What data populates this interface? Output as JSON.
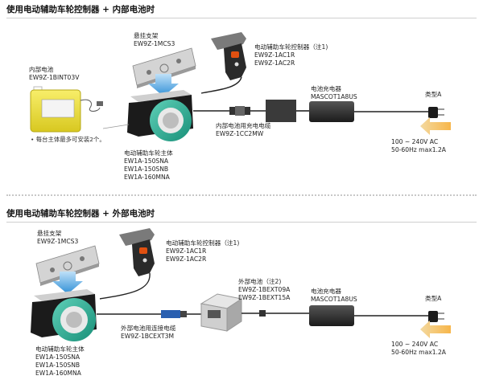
{
  "section1": {
    "title": "使用电动辅助车轮控制器 + 内部电池时",
    "bracket": {
      "name": "悬挂支架",
      "model": "EW9Z-1MCS3"
    },
    "controller": {
      "name": "电动辅助车轮控制器（注1)",
      "models": [
        "EW9Z-1AC1R",
        "EW9Z-1AC2R"
      ]
    },
    "battery": {
      "name": "内部电池",
      "model": "EW9Z-1BINT03V",
      "note": "• 每台主体最多可安装2个。"
    },
    "charger": {
      "name": "电池充电器",
      "model": "MASCOT1A8US"
    },
    "cable": {
      "name": "内部电池用充电电缆",
      "model": "EW9Z-1CC2MW"
    },
    "plug": {
      "name": "类型A"
    },
    "power": {
      "line1": "100 ~ 240V AC",
      "line2": "50-60Hz max1.2A"
    },
    "main_unit": {
      "name": "电动辅助车轮主体",
      "models": [
        "EW1A-150SNA",
        "EW1A-150SNB",
        "EW1A-160MNA"
      ]
    }
  },
  "section2": {
    "title": "使用电动辅助车轮控制器 + 外部电池时",
    "bracket": {
      "name": "悬挂支架",
      "model": "EW9Z-1MCS3"
    },
    "controller": {
      "name": "电动辅助车轮控制器（注1)",
      "models": [
        "EW9Z-1AC1R",
        "EW9Z-1AC2R"
      ]
    },
    "ext_battery": {
      "name": "外部电池（注2)",
      "models": [
        "EW9Z-1BEXT09A",
        "EW9Z-1BEXT15A"
      ]
    },
    "charger": {
      "name": "电池充电器",
      "model": "MASCOT1A8US"
    },
    "cable": {
      "name": "外部电池用连接电缆",
      "model": "EW9Z-1BCEXT3M"
    },
    "plug": {
      "name": "类型A"
    },
    "power": {
      "line1": "100 ~ 240V AC",
      "line2": "50-60Hz max1.2A"
    },
    "main_unit": {
      "name": "电动辅助车轮主体",
      "models": [
        "EW1A-150SNA",
        "EW1A-150SNB",
        "EW1A-160MNA"
      ]
    }
  },
  "colors": {
    "wheel_green": "#2bb39a",
    "arrow_blue": "#2f8fd6",
    "arrow_orange": "#f2a12b",
    "body_black": "#1a1a1a"
  }
}
